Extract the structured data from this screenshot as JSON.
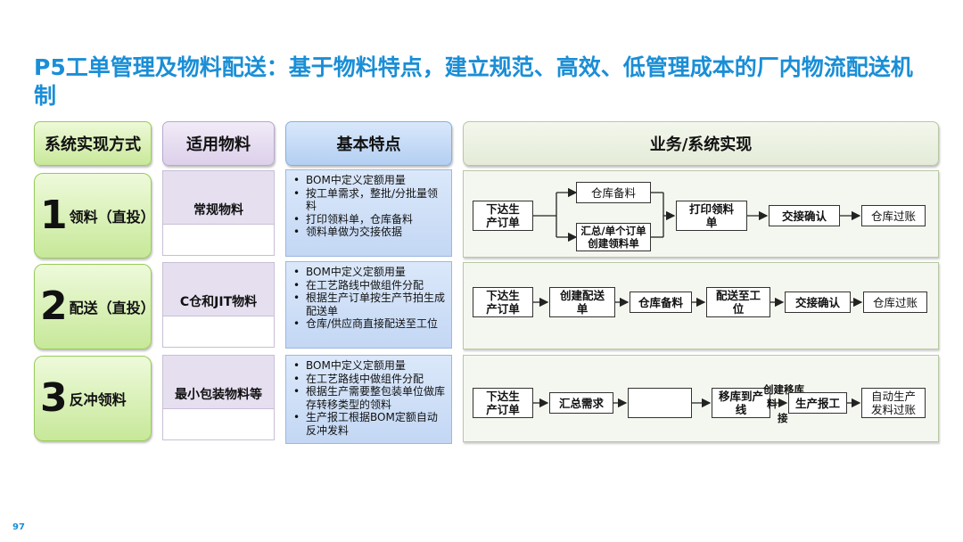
{
  "title": "P5工单管理及物料配送：基于物料特点，建立规范、高效、低管理成本的厂内物流配送机制",
  "headers": {
    "mode": "系统实现方式",
    "material": "适用物料",
    "features": "基本特点",
    "business": "业务/系统实现"
  },
  "rows": [
    {
      "num": "1",
      "mode": "领料（直投）",
      "material": "常规物料",
      "features": [
        "BOM中定义定额用量",
        "按工单需求，整批/分批量领料",
        "打印领料单，仓库备料",
        "领料单做为交接依据"
      ],
      "flow": {
        "start": "下达生产订单",
        "upper": "仓库备料",
        "lower": "汇总/单个订单创建领料单",
        "print": "打印领料单",
        "handover": "交接确认",
        "account": "仓库过账"
      }
    },
    {
      "num": "2",
      "mode": "配送（直投）",
      "material": "C仓和JIT物料",
      "features": [
        "BOM中定义定额用量",
        "在工艺路线中做组件分配",
        "根据生产订单按生产节拍生成配送单",
        "仓库/供应商直接配送至工位"
      ],
      "flow": [
        "下达生产订单",
        "创建配送单",
        "仓库备料",
        "配送至工位",
        "交接确认",
        "仓库过账"
      ]
    },
    {
      "num": "3",
      "mode": "反冲领料",
      "material": "最小包装物料等",
      "features": [
        "BOM中定义定额用量",
        "在工艺路线中做组件分配",
        "根据生产需要整包装单位做库存转移类型的领料",
        "生产报工根据BOM定额自动反冲发料"
      ],
      "flow": {
        "start": "下达生产订单",
        "summary": "汇总需求",
        "blank": "",
        "transfer": "移库到产线",
        "overlap_a": "创建移库",
        "overlap_b": "料",
        "overlap_c": "接",
        "report": "生产报工",
        "auto": "自动生产发料过账"
      }
    }
  ],
  "page_number": "97"
}
